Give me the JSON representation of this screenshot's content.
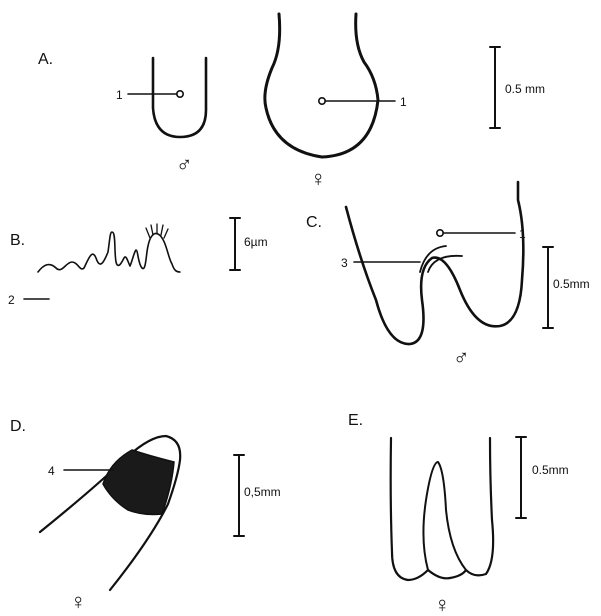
{
  "panels": {
    "A": {
      "label": "A.",
      "leader_male": "1",
      "leader_female": "1",
      "sex_male": "♂",
      "sex_female": "♀",
      "scale": "0.5 mm"
    },
    "B": {
      "label": "B.",
      "leader": "2",
      "scale": "6µm"
    },
    "C": {
      "label": "C.",
      "leader_1": "1",
      "leader_3": "3",
      "sex": "♂",
      "scale": "0.5mm"
    },
    "D": {
      "label": "D.",
      "leader": "4",
      "sex": "♀",
      "scale": "0,5mm"
    },
    "E": {
      "label": "E.",
      "sex": "♀",
      "scale": "0.5mm"
    }
  },
  "colors": {
    "ink": "#111111",
    "background": "#ffffff"
  }
}
